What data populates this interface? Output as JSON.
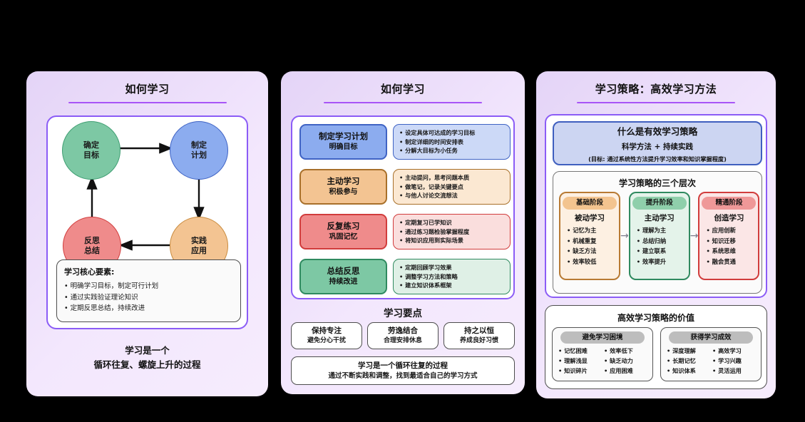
{
  "panel1": {
    "title": "如何学习",
    "nodes": [
      {
        "id": "goal",
        "line1": "确定",
        "line2": "目标",
        "fill": "#7dc8a4",
        "border": "#3f9e72"
      },
      {
        "id": "plan",
        "line1": "制定",
        "line2": "计划",
        "fill": "#8cacef",
        "border": "#3f63c4"
      },
      {
        "id": "practice",
        "line1": "实践",
        "line2": "应用",
        "fill": "#f3c492",
        "border": "#c98b3e"
      },
      {
        "id": "reflect",
        "line1": "反思",
        "line2": "总结",
        "fill": "#ef8b8b",
        "border": "#d13c3c"
      }
    ],
    "core_box": {
      "heading": "学习核心要素:",
      "items": [
        "明确学习目标，制定可行计划",
        "通过实践验证理论知识",
        "定期反思总结，持续改进"
      ]
    },
    "footer_line1": "学习是一个",
    "footer_line2": "循环往复、螺旋上升的过程"
  },
  "panel2": {
    "title": "如何学习",
    "rows": [
      {
        "name": "制定学习计划",
        "subtitle": "明确目标",
        "fill": "#8cacef",
        "border": "#3f63c4",
        "detail_fill": "#ccd9f7",
        "detail_border": "#3f63c4",
        "details": [
          "设定具体可达成的学习目标",
          "制定详细的时间安排表",
          "分解大目标为小任务"
        ]
      },
      {
        "name": "主动学习",
        "subtitle": "积极参与",
        "fill": "#f3c492",
        "border": "#a8702a",
        "detail_fill": "#fbe8d2",
        "detail_border": "#a8702a",
        "details": [
          "主动提问，思考问题本质",
          "做笔记，记录关键要点",
          "与他人讨论交流想法"
        ]
      },
      {
        "name": "反复练习",
        "subtitle": "巩固记忆",
        "fill": "#ef8b8b",
        "border": "#d13c3c",
        "detail_fill": "#fadedd",
        "detail_border": "#d13c3c",
        "details": [
          "定期复习已学知识",
          "通过练习题检验掌握程度",
          "将知识应用到实际场景"
        ]
      },
      {
        "name": "总结反思",
        "subtitle": "持续改进",
        "fill": "#7dc8a4",
        "border": "#2f8a5f",
        "detail_fill": "#dff0e6",
        "detail_border": "#2f8a5f",
        "details": [
          "定期回顾学习效果",
          "调整学习方法和策略",
          "建立知识体系框架"
        ]
      }
    ],
    "keypoints_title": "学习要点",
    "keypoints": [
      {
        "main": "保持专注",
        "sub": "避免分心干扰"
      },
      {
        "main": "劳逸结合",
        "sub": "合理安排休息"
      },
      {
        "main": "持之以恒",
        "sub": "养成良好习惯"
      }
    ],
    "note_line1": "学习是一个循环往复的过程",
    "note_line2": "通过不断实践和调整，找到最适合自己的学习方式"
  },
  "panel3": {
    "title": "学习策略：高效学习方法",
    "header": {
      "title": "什么是有效学习策略",
      "subtitle": "科学方法 + 持续实践",
      "note": "(目标: 通过系统性方法提升学习效率和知识掌握程度)"
    },
    "levels_title": "学习策略的三个层次",
    "stages": [
      {
        "badge": "基础阶段",
        "name": "被动学习",
        "badge_fill": "#f3c48f",
        "box_fill": "#fdf0e2",
        "border": "#b87a33",
        "items": [
          "记忆为主",
          "机械重复",
          "缺乏方法",
          "效率较低"
        ]
      },
      {
        "badge": "提升阶段",
        "name": "主动学习",
        "badge_fill": "#8fcfab",
        "box_fill": "#e4f3ea",
        "border": "#2f8a5f",
        "items": [
          "理解为主",
          "总结归纳",
          "建立联系",
          "效率提升"
        ]
      },
      {
        "badge": "精通阶段",
        "name": "创造学习",
        "badge_fill": "#ef9898",
        "box_fill": "#fbe6e6",
        "border": "#d13c3c",
        "items": [
          "应用创新",
          "知识迁移",
          "系统思维",
          "融会贯通"
        ]
      }
    ],
    "stage_arrow": "→",
    "value_title": "高效学习策略的价值",
    "value_cols": [
      {
        "badge": "避免学习困境",
        "col_a": [
          "记忆困难",
          "理解浅显",
          "知识碎片"
        ],
        "col_b": [
          "效率低下",
          "缺乏动力",
          "应用困难"
        ]
      },
      {
        "badge": "获得学习成效",
        "col_a": [
          "深度理解",
          "长期记忆",
          "知识体系"
        ],
        "col_b": [
          "高效学习",
          "学习兴趣",
          "灵活运用"
        ]
      }
    ]
  },
  "theme": {
    "background": "#000000",
    "panel_bg_start": "#e4d4f7",
    "panel_bg_end": "#f6ecfd",
    "accent": "#8b5cf6",
    "rule": "#a855f7"
  }
}
